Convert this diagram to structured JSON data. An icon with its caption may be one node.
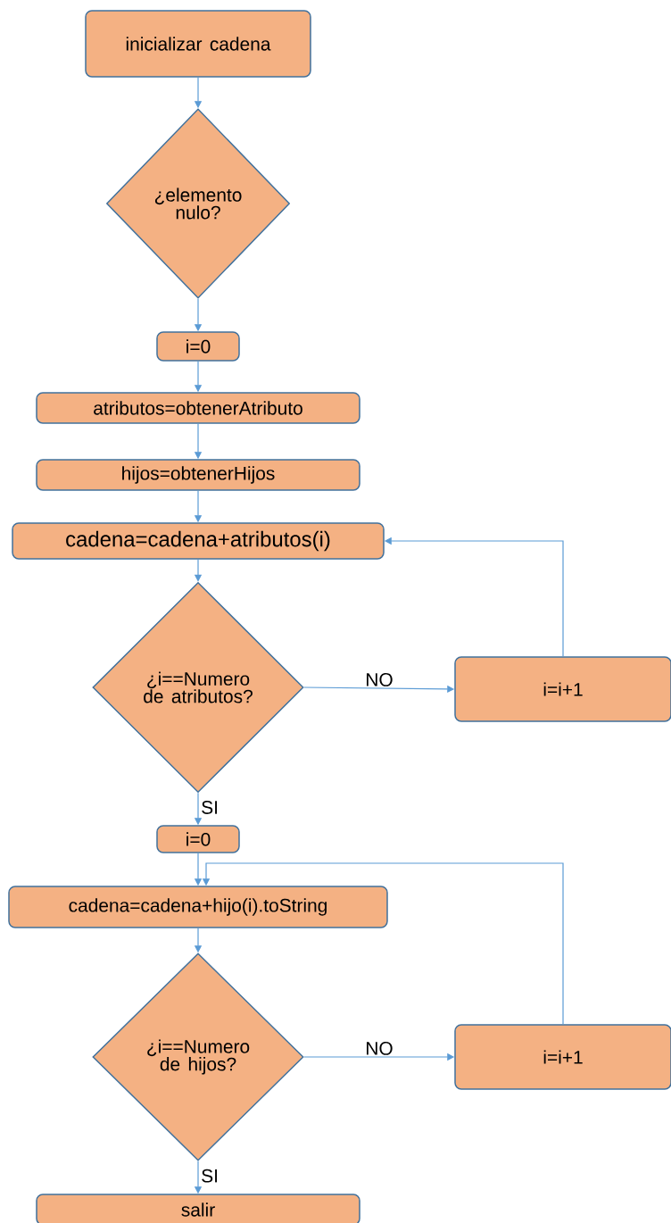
{
  "diagram": {
    "nodes": [
      {
        "text": [
          "inicializar cadena"
        ]
      },
      {
        "text": [
          "¿elemento nulo?"
        ]
      },
      {
        "text": [
          "i=0"
        ]
      },
      {
        "text": [
          "atributos=obtenerAtributo"
        ]
      },
      {
        "text": [
          "hijos=obtenerHijos"
        ]
      },
      {
        "text": [
          "cadena=cadena+atributos(i)"
        ]
      },
      {
        "text": [
          "¿i==Numero de atributos?"
        ]
      },
      {
        "text": [
          "i=i+1"
        ]
      },
      {
        "text": [
          "i=0"
        ]
      },
      {
        "text": [
          "cadena=cadena+hijo(i).toString"
        ]
      },
      {
        "text": [
          "¿i==Numero de hijos?"
        ]
      },
      {
        "text": [
          "i=i+1"
        ]
      },
      {
        "text": [
          "salir"
        ]
      }
    ],
    "edges": [
      {
        "from": 0,
        "to": 1,
        "arrow": "to"
      },
      {
        "from": 1,
        "to": 2,
        "arrow": "to"
      },
      {
        "from": 2,
        "to": 3,
        "arrow": "to"
      },
      {
        "from": 3,
        "to": 4,
        "arrow": "to"
      },
      {
        "from": 4,
        "to": 5,
        "arrow": "to"
      },
      {
        "from": 5,
        "to": 6,
        "arrow": "to"
      },
      {
        "from": 6,
        "to": 7,
        "arrow": "to",
        "label": "NO"
      },
      {
        "from": 7,
        "to": 5,
        "arrow": "to"
      },
      {
        "from": 6,
        "to": 8,
        "arrow": "to",
        "label": "SI"
      },
      {
        "from": 8,
        "to": 9,
        "arrow": "to"
      },
      {
        "from": 9,
        "to": 10,
        "arrow": "to"
      },
      {
        "from": 10,
        "to": 11,
        "arrow": "to",
        "label": "NO"
      },
      {
        "from": 11,
        "to": 9,
        "arrow": "to"
      },
      {
        "from": 10,
        "to": 12,
        "arrow": "to",
        "label": "SI"
      }
    ]
  }
}
